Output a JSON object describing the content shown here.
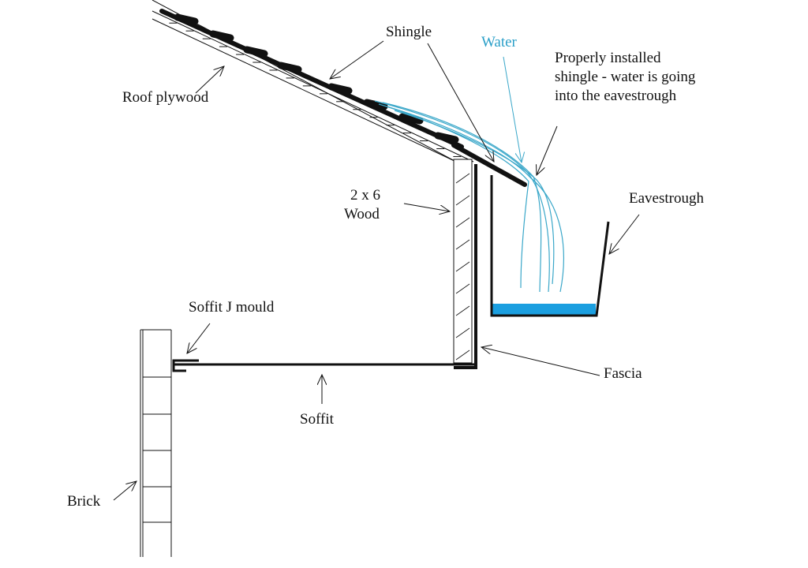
{
  "labels": {
    "roof_plywood": "Roof plywood",
    "shingle": "Shingle",
    "water": "Water",
    "properly_installed": [
      "Properly installed",
      "shingle - water is going",
      "into the eavestrough"
    ],
    "wood": [
      "2 x 6",
      "Wood"
    ],
    "eavestrough": "Eavestrough",
    "soffit_j_mould": "Soffit J mould",
    "fascia": "Fascia",
    "soffit": "Soffit",
    "brick": "Brick"
  },
  "colors": {
    "line": "#111111",
    "water_stream": "#3aa7c9",
    "water_fill": "#1b9fe0",
    "water_label": "#2a9fc8"
  }
}
